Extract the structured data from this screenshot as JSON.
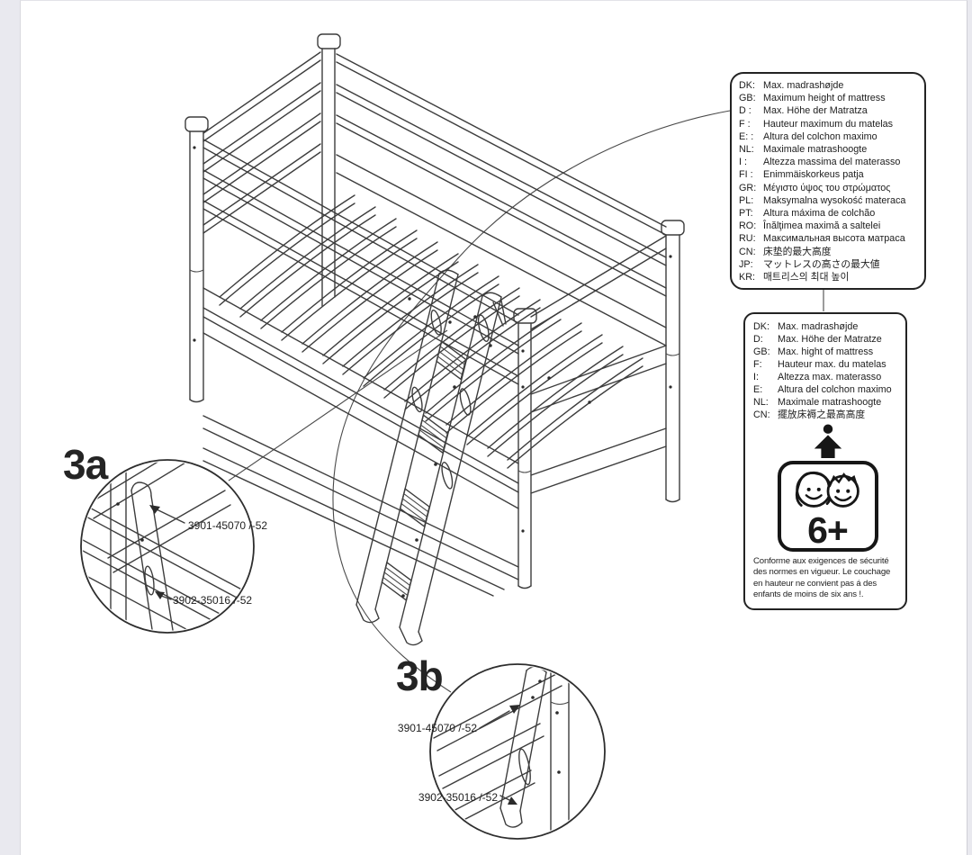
{
  "callouts": {
    "a_label": "3a",
    "b_label": "3b",
    "part_top": "3901-45070 /-52",
    "part_bottom": "3902-35016 /-52"
  },
  "box1": {
    "lines": [
      {
        "code": "DK:",
        "text": "Max. madrashøjde"
      },
      {
        "code": "GB:",
        "text": "Maximum height of mattress"
      },
      {
        "code": "D :",
        "text": "Max. Höhe der Matratza"
      },
      {
        "code": "F :",
        "text": "Hauteur maximum du matelas"
      },
      {
        "code": "E: :",
        "text": "Altura del colchon maximo"
      },
      {
        "code": "NL:",
        "text": "Maximale matrashoogte"
      },
      {
        "code": "I :",
        "text": "Altezza massima del materasso"
      },
      {
        "code": "FI :",
        "text": "Enimmäiskorkeus patja"
      },
      {
        "code": "GR:",
        "text": "Μέγιστο ύψος του στρώματος"
      },
      {
        "code": "PL:",
        "text": "Maksymalna wysokość materaca"
      },
      {
        "code": "PT:",
        "text": "Altura máxima de colchão"
      },
      {
        "code": "RO:",
        "text": "Înălţimea maximă a saltelei"
      },
      {
        "code": "RU:",
        "text": "Максимальная высота матраса"
      },
      {
        "code": "CN:",
        "text": "床垫的最大高度"
      },
      {
        "code": "JP:",
        "text": "マットレスの高さの最大値"
      },
      {
        "code": "KR:",
        "text": "매트리스의 최대 높이"
      }
    ]
  },
  "box2": {
    "lines": [
      {
        "code": "DK:",
        "text": "Max. madrashøjde"
      },
      {
        "code": "D:",
        "text": "Max. Höhe der Matratze"
      },
      {
        "code": "GB:",
        "text": "Max. hight of mattress"
      },
      {
        "code": "F:",
        "text": "Hauteur max. du matelas"
      },
      {
        "code": "I:",
        "text": "Altezza max. materasso"
      },
      {
        "code": "E:",
        "text": "Altura del colchon maximo"
      },
      {
        "code": "NL:",
        "text": "Maximale matrashoogte"
      },
      {
        "code": "CN:",
        "text": "擺放床褥之最高高度"
      }
    ],
    "age_badge": "6+",
    "notice": [
      "Conforme aux exigences de sécurité",
      "des normes en vigueur. Le couchage",
      "en hauteur ne convient pas á des",
      "enfants de moins de six ans !."
    ]
  }
}
